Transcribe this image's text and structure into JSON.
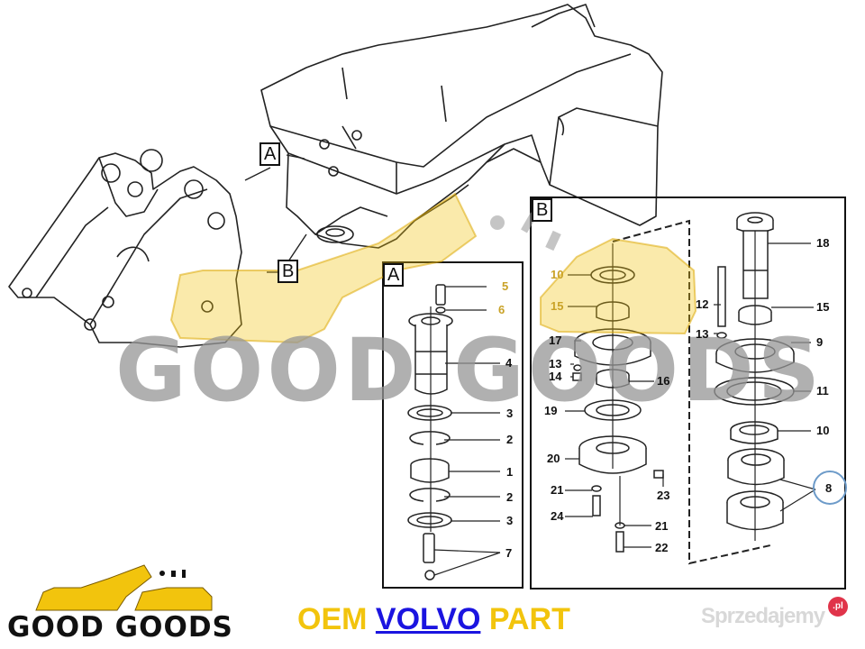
{
  "diagram": {
    "type": "exploded-parts-diagram",
    "subject": "wheel loader frame articulation joint",
    "main_view_labels": [
      {
        "id": "A",
        "label": "A"
      },
      {
        "id": "B",
        "label": "B"
      }
    ],
    "detail_A": {
      "label": "A",
      "callouts": [
        "5",
        "6",
        "4",
        "3",
        "2",
        "1",
        "2",
        "3",
        "7"
      ]
    },
    "detail_B": {
      "label": "B",
      "left_column_callouts": [
        "10",
        "15",
        "17",
        "13",
        "14",
        "16",
        "19",
        "20",
        "21",
        "24",
        "23",
        "21",
        "22"
      ],
      "right_column_callouts": [
        "18",
        "12",
        "15",
        "13",
        "9",
        "11",
        "10",
        "8"
      ],
      "highlighted_callout": "8",
      "highlight_color": "#6d9bc9"
    }
  },
  "watermark": {
    "text": "GOOD GOODS",
    "color": "#969696",
    "overlay_color": "#f2c40d"
  },
  "footer": {
    "logo_text": "GOOD GOODS",
    "oem_prefix": "OEM ",
    "brand": "VOLVO",
    "oem_suffix": " PART",
    "text_color": "#f2c40d",
    "brand_color": "#1b14e0",
    "marketplace": "Sprzedajemy",
    "marketplace_badge": ".pl",
    "marketplace_badge_color": "#e0344a"
  }
}
